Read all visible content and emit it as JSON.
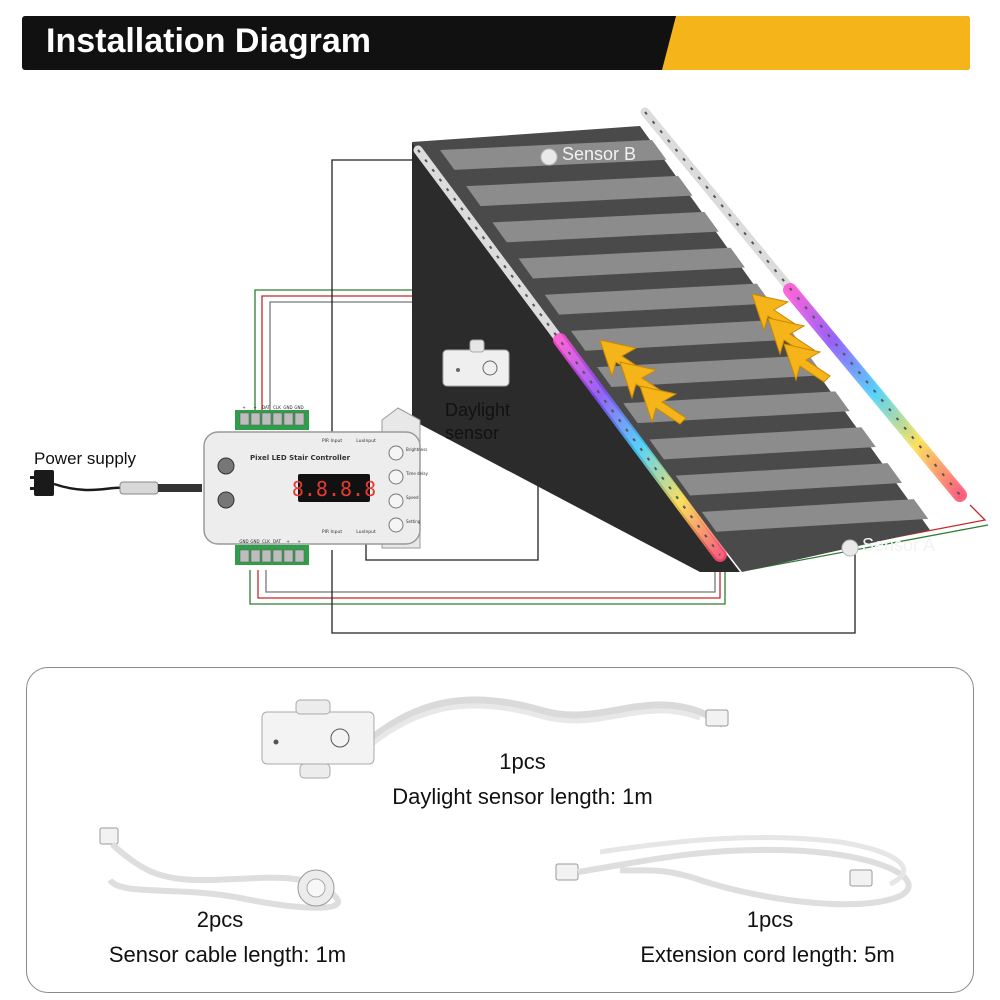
{
  "header": {
    "title": "Installation Diagram"
  },
  "colors": {
    "header_bg": "#111111",
    "accent": "#f5b41a",
    "stair_dark": "#4a4a4a",
    "step_top": "#8c8c8c",
    "arrow": "#f5b41a"
  },
  "diagram": {
    "sensor_b_label": "Sensor B",
    "sensor_a_label": "Sensor A",
    "daylight_sensor_label_line1": "Daylight",
    "daylight_sensor_label_line2": "sensor",
    "power_supply_label": "Power supply",
    "controller": {
      "title": "Pixel LED Stair Controller",
      "display": "8.8.8.8",
      "top_terminals": [
        "+",
        "+",
        "DAT",
        "CLK",
        "GND",
        "GND"
      ],
      "bottom_terminals": [
        "GND",
        "GND",
        "CLK",
        "DAT",
        "+",
        "+"
      ],
      "pir_top": "PIR Input",
      "lux_top": "LuxInput",
      "pir_bottom": "PIR Input",
      "lux_bottom": "LuxInput",
      "buttons": [
        "Brightness",
        "Time delay",
        "Speed",
        "Setting"
      ]
    }
  },
  "parts": [
    {
      "qty": "1pcs",
      "desc": "Daylight sensor length: 1m"
    },
    {
      "qty": "2pcs",
      "desc": "Sensor cable length: 1m"
    },
    {
      "qty": "1pcs",
      "desc": "Extension cord length: 5m"
    }
  ]
}
